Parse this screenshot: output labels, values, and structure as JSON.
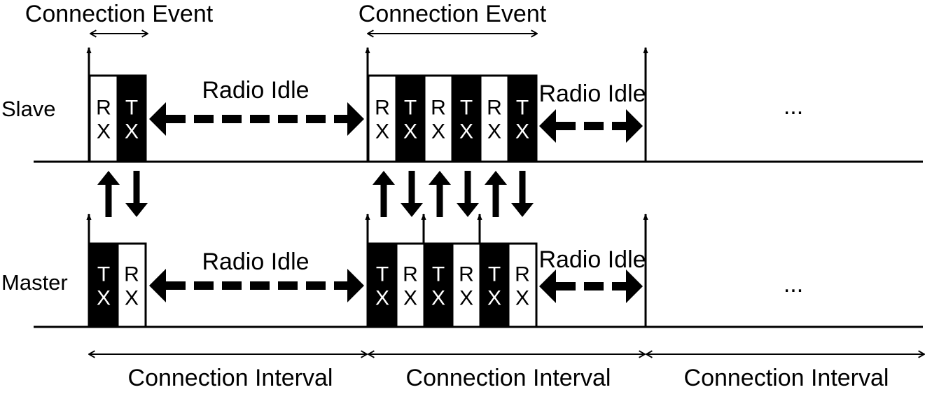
{
  "rows": {
    "slave_label": "Slave",
    "master_label": "Master"
  },
  "events": {
    "event_1_label": "Connection Event",
    "event_2_label": "Connection Event"
  },
  "idle": {
    "slave_idle_1": "Radio Idle",
    "slave_idle_2": "Radio Idle",
    "master_idle_1": "Radio Idle",
    "master_idle_2": "Radio Idle"
  },
  "intervals": {
    "interval_1": "Connection Interval",
    "interval_2": "Connection Interval",
    "interval_3": "Connection Interval"
  },
  "ellipsis": {
    "slave": "...",
    "master": "..."
  },
  "slots": {
    "slave_event_1": [
      {
        "top": "R",
        "bottom": "X",
        "fill": "white"
      },
      {
        "top": "T",
        "bottom": "X",
        "fill": "black"
      }
    ],
    "master_event_1": [
      {
        "top": "T",
        "bottom": "X",
        "fill": "black"
      },
      {
        "top": "R",
        "bottom": "X",
        "fill": "white"
      }
    ],
    "slave_event_2": [
      {
        "top": "R",
        "bottom": "X",
        "fill": "white"
      },
      {
        "top": "T",
        "bottom": "X",
        "fill": "black"
      },
      {
        "top": "R",
        "bottom": "X",
        "fill": "white"
      },
      {
        "top": "T",
        "bottom": "X",
        "fill": "black"
      },
      {
        "top": "R",
        "bottom": "X",
        "fill": "white"
      },
      {
        "top": "T",
        "bottom": "X",
        "fill": "black"
      }
    ],
    "master_event_2": [
      {
        "top": "T",
        "bottom": "X",
        "fill": "black"
      },
      {
        "top": "R",
        "bottom": "X",
        "fill": "white"
      },
      {
        "top": "T",
        "bottom": "X",
        "fill": "black"
      },
      {
        "top": "R",
        "bottom": "X",
        "fill": "white"
      },
      {
        "top": "T",
        "bottom": "X",
        "fill": "black"
      },
      {
        "top": "R",
        "bottom": "X",
        "fill": "white"
      }
    ]
  },
  "colors": {
    "ink": "#000000",
    "paper": "#ffffff"
  }
}
